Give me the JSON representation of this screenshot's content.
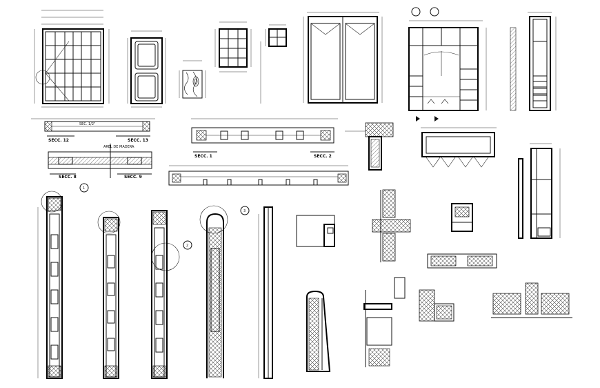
{
  "sections": {
    "secc_12": "SECC. 12",
    "secc_13": "SECC. 13",
    "secc_1": "SECC. 1",
    "secc_2": "SECC. 2",
    "secc_8": "SECC. 8",
    "secc_9": "SECC. 9"
  },
  "callouts": {
    "c1": "1",
    "c2": "2",
    "c3": "3"
  }
}
